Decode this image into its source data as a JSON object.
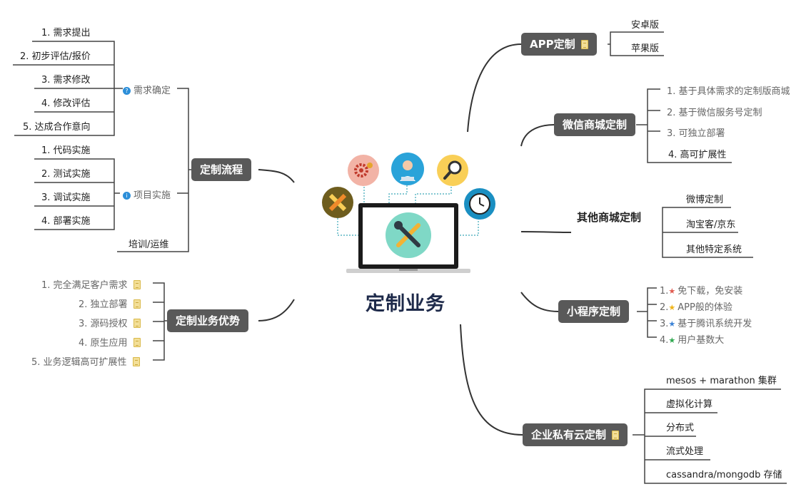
{
  "central": {
    "title": "定制业务"
  },
  "flow": {
    "label": "定制流程",
    "groups": [
      {
        "label": "需求确定",
        "items": [
          "1. 需求提出",
          "2. 初步评估/报价",
          "3. 需求修改",
          "4. 修改评估",
          "5. 达成合作意向"
        ]
      },
      {
        "label": "项目实施",
        "items": [
          "1. 代码实施",
          "2. 测试实施",
          "3. 调试实施",
          "4. 部署实施"
        ]
      }
    ],
    "extra": "培训/运维"
  },
  "advantages": {
    "label": "定制业务优势",
    "items": [
      "1. 完全满足客户需求",
      "2. 独立部署",
      "3. 源码授权",
      "4. 原生应用",
      "5. 业务逻辑高可扩展性"
    ]
  },
  "app": {
    "label": "APP定制",
    "items": [
      "安卓版",
      "苹果版"
    ]
  },
  "wechat": {
    "label": "微信商城定制",
    "items": [
      "1. 基于具体需求的定制版商城",
      "2. 基于微信服务号定制",
      "3. 可独立部署",
      "4. 高可扩展性"
    ]
  },
  "other": {
    "label": "其他商城定制",
    "items": [
      "微博定制",
      "淘宝客/京东",
      "其他特定系统"
    ]
  },
  "mini": {
    "label": "小程序定制",
    "items": [
      "1.",
      "免下载，免安装",
      "2.",
      "APP般的体验",
      "3.",
      "基于腾讯系统开发",
      "4.",
      "用户基数大"
    ]
  },
  "cloud": {
    "label": "企业私有云定制",
    "items": [
      "mesos + marathon 集群",
      "虚拟化计算",
      "分布式",
      "流式处理",
      "cassandra/mongodb 存储"
    ]
  },
  "colors": {
    "node": "#595959",
    "line": "#333333",
    "star_red": "#e05a4f",
    "star_yellow": "#f0b418",
    "star_blue": "#3b82d6",
    "star_green": "#2fa84f"
  },
  "icons": [
    "gear-icon",
    "person-icon",
    "magnifier-icon",
    "pencil-ruler-icon",
    "clock-icon",
    "tools-icon",
    "laptop-icon",
    "document-icon",
    "info-icon",
    "star-icon"
  ]
}
